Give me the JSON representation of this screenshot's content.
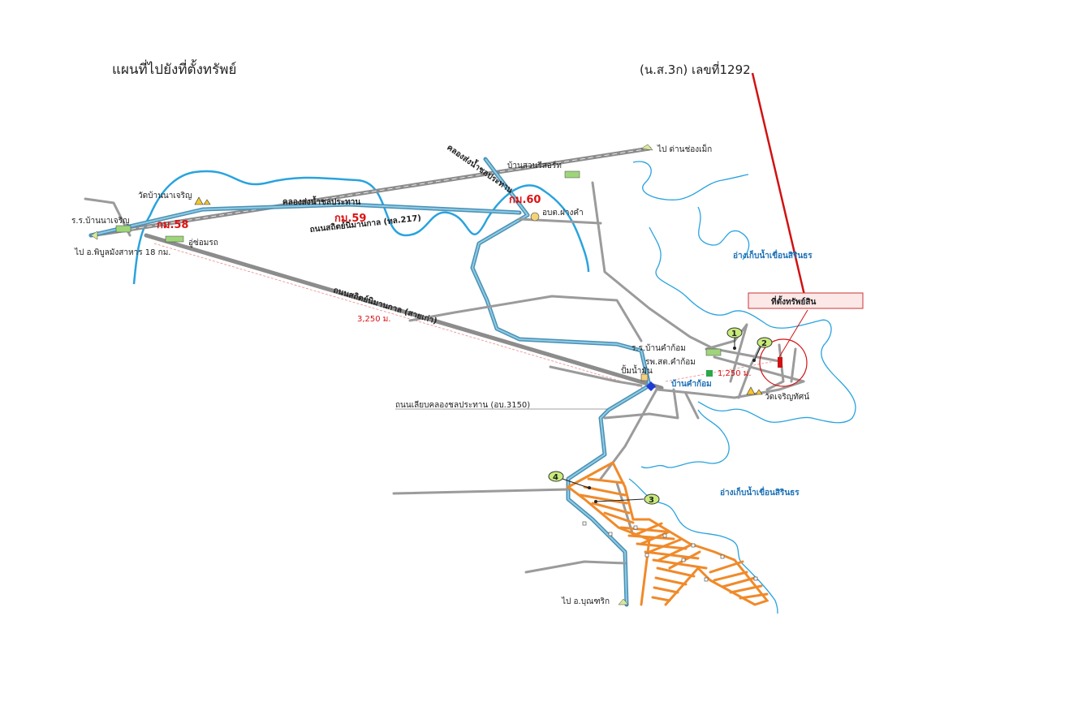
{
  "header": {
    "title": "แผนที่ไปยังที่ตั้งทรัพย์",
    "doc_ref": "(น.ส.3ก) เลขที่1292"
  },
  "map": {
    "colors": {
      "road": "#9b9b9b",
      "canal": "#4a90b8",
      "river": "#29a3de",
      "plots": "#f08a2a",
      "marker": "#d11111"
    },
    "labels": {
      "to_chong_mek": "ไป ด่านช่องเม็ก",
      "ban_suan_resort": "บ้านสวนรีสอร์ท",
      "canal_irrigation": "คลองส่งน้ำชลประทาน",
      "canal_main": "คลองส่งน้ำชลประทาน",
      "wat_ban_na_charoen": "วัดบ้านนาเจริญ",
      "school_na_charoen": "ร.ร.บ้านนาเจริญ",
      "km_58": "กม.58",
      "km_59": "กม.59",
      "km_60": "กม.60",
      "road_217": "ถนนสถิตย์นิมานกาล (ทล.217)",
      "obt_fang_kham": "อบต.ฝางคำ",
      "car_repair": "อู่ซ่อมรถ",
      "to_phibun": "ไป อ.พิบูลมังสาหาร 18 กม.",
      "reservoir_1": "อ่างเก็บน้ำเขื่อนสิรินธร",
      "reservoir_2": "อ่างเก็บน้ำเขื่อนสิรินธร",
      "property_box": "ที่ตั้งทรัพย์สิน",
      "old_road": "ถนนสถิตย์นิมานกาล (สายเก่า)",
      "dist_3250": "3,250 ม.",
      "school_kham_hom": "ร.ร.บ้านคำก้อม",
      "health_center": "รพ.สต.คำก้อม",
      "dist_1250": "1,250 ม.",
      "gas_station": "ปั้มน้ำมัน",
      "ban_kham_hom": "บ้านคำก้อม",
      "wat_charoen_that": "วัดเจริญทัศน์",
      "canal_side_road": "ถนนเลียบคลองชลประทาน (อบ.3150)",
      "to_buntharik": "ไป อ.บุณฑริก"
    },
    "markers": [
      "1",
      "2",
      "3",
      "4"
    ]
  }
}
